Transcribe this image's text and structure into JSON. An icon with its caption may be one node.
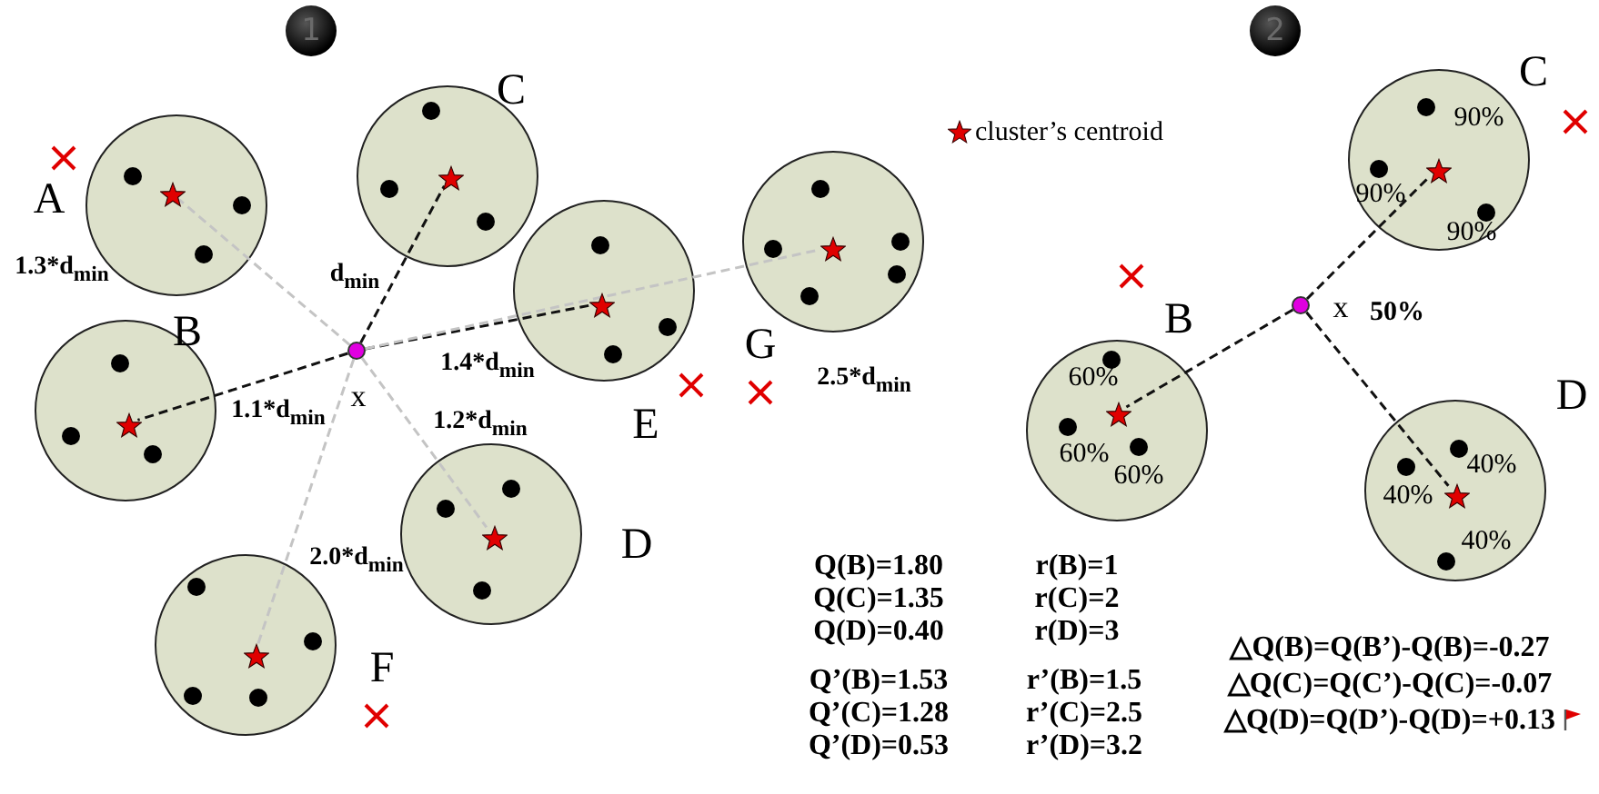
{
  "diagram": {
    "nodes": [
      {
        "text": [
          "1"
        ]
      },
      {
        "text": [],
        "shape": "circle",
        "beside": [
          "A"
        ]
      },
      {
        "text": [],
        "shape": "star",
        "in": 1
      },
      {
        "text": [],
        "shape": "circle",
        "beside": [
          "C"
        ]
      },
      {
        "text": [],
        "shape": "star",
        "in": 3
      },
      {
        "text": [],
        "shape": "circle",
        "beside": [
          "B"
        ]
      },
      {
        "text": [],
        "shape": "star",
        "in": 5
      },
      {
        "text": [],
        "shape": "circle",
        "beside": [
          "E"
        ]
      },
      {
        "text": [],
        "shape": "star",
        "in": 7
      },
      {
        "text": [],
        "shape": "circle",
        "beside": [
          "G"
        ]
      },
      {
        "text": [],
        "shape": "star",
        "in": 9
      },
      {
        "text": [],
        "shape": "circle",
        "beside": [
          "x"
        ]
      },
      {
        "text": [],
        "shape": "circle",
        "beside": [
          "D"
        ]
      },
      {
        "text": [],
        "shape": "star",
        "in": 12
      },
      {
        "text": [],
        "shape": "circle",
        "beside": [
          "F"
        ]
      },
      {
        "text": [],
        "shape": "star",
        "in": 14
      },
      {
        "text": [
          "2"
        ]
      },
      {
        "text": [
          "90%",
          "90%",
          "90%"
        ],
        "beside": [
          "C"
        ]
      },
      {
        "text": [],
        "shape": "star",
        "in": 17
      },
      {
        "text": [
          "60%",
          "60%",
          "60%"
        ],
        "beside": [
          "B"
        ]
      },
      {
        "text": [],
        "shape": "star",
        "in": 19
      },
      {
        "text": [],
        "shape": "circle",
        "beside": [
          "x",
          "50%"
        ]
      },
      {
        "text": [
          "40%",
          "40%",
          "40%"
        ],
        "beside": [
          "D"
        ]
      },
      {
        "text": [],
        "shape": "star",
        "in": 22
      }
    ],
    "edges": [
      {
        "from": 11,
        "to": 2,
        "arrow": "none",
        "style": "dashed",
        "color": "#c4c4c4",
        "label": "1.3*d$_{min}$"
      },
      {
        "from": 11,
        "to": 4,
        "arrow": "none",
        "style": "dashed",
        "label": "d$_{min}$"
      },
      {
        "from": 11,
        "to": 6,
        "arrow": "none",
        "style": "dashed",
        "label": "1.1*d$_{min}$"
      },
      {
        "from": 11,
        "to": 8,
        "arrow": "none",
        "style": "dashed",
        "label": "1.4*d$_{min}$"
      },
      {
        "from": 11,
        "to": 10,
        "arrow": "none",
        "style": "dashed",
        "color": "#c4c4c4",
        "label": "2.5*d$_{min}$"
      },
      {
        "from": 11,
        "to": 13,
        "arrow": "none",
        "style": "dashed",
        "color": "#c4c4c4",
        "label": "1.2*d$_{min}$"
      },
      {
        "from": 11,
        "to": 15,
        "arrow": "none",
        "style": "dashed",
        "color": "#c4c4c4",
        "label": "2.0*d$_{min}$"
      },
      {
        "from": 21,
        "to": 18,
        "arrow": "none",
        "style": "dashed"
      },
      {
        "from": 21,
        "to": 20,
        "arrow": "none",
        "style": "dashed"
      },
      {
        "from": 21,
        "to": 23,
        "arrow": "none",
        "style": "dashed"
      }
    ],
    "labels": [
      "Q(B)=1.80",
      "r(B)=1",
      "Q(C)=1.35",
      "r(C)=2",
      "Q(D)=0.40",
      "r(D)=3",
      "Q’(B)=1.53",
      "r’(B)=1.5",
      "Q’(C)=1.28",
      "r’(C)=2.5",
      "Q’(D)=0.53",
      "r’(D)=3.2",
      "△Q(B)=Q(B’)-Q(B)=-0.27",
      "△Q(C)=Q(C’)-Q(C)=-0.07",
      "△Q(D)=Q(D’)-Q(D)=+0.13"
    ],
    "legend": [
      {
        "text": "cluster’s centroid"
      }
    ]
  }
}
